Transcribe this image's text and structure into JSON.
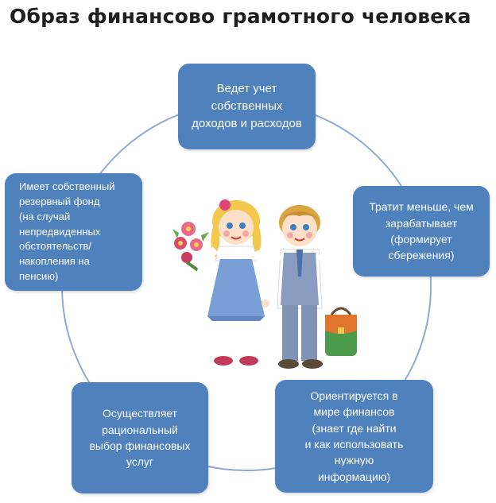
{
  "title": "Образ финансово грамотного  человека",
  "colors": {
    "box_fill": "#4f81bd",
    "ring": "#8eaad1",
    "text_on_box": "#ffffff",
    "title_text": "#1f1f1f"
  },
  "boxes": {
    "top": "Ведет учет\nсобственных\nдоходов и расходов",
    "right": "Тратит меньше, чем\nзарабатывает\n(формирует\nсбережения)",
    "left": "Имеет собственный\nрезервный фонд\n(на случай\nнепредвиденных\nобстоятельств/\nнакопления на\nпенсию)",
    "bottom_right": "Ориентируется в\nмире финансов\n(знает где найти\nи как использовать\nнужную\nинформацию)",
    "bottom_left": "Осуществляет\nрациональный\nвыбор финансовых\nуслуг"
  },
  "illustration": "children-icon"
}
